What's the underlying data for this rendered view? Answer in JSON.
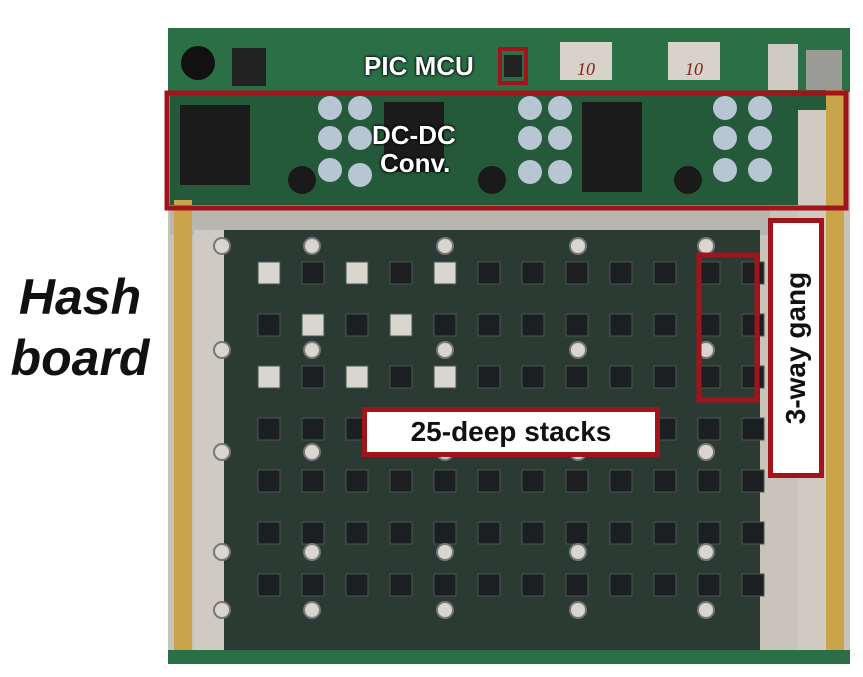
{
  "figure": {
    "side_label_line1": "Hash",
    "side_label_line2": "board",
    "labels": {
      "pic_mcu": "PIC MCU",
      "dcdc_line1": "DC-DC",
      "dcdc_line2": "Conv.",
      "stacks": "25-deep stacks",
      "gang": "3-way gang"
    },
    "connector_marks": [
      "10",
      "10"
    ]
  },
  "colors": {
    "annotation_red": "#a2141c",
    "pcb_green": "#1f6b3c",
    "gold_edge": "#c9a44a",
    "chip_dark": "#1c1f22",
    "chip_light": "#d9d6cf"
  }
}
